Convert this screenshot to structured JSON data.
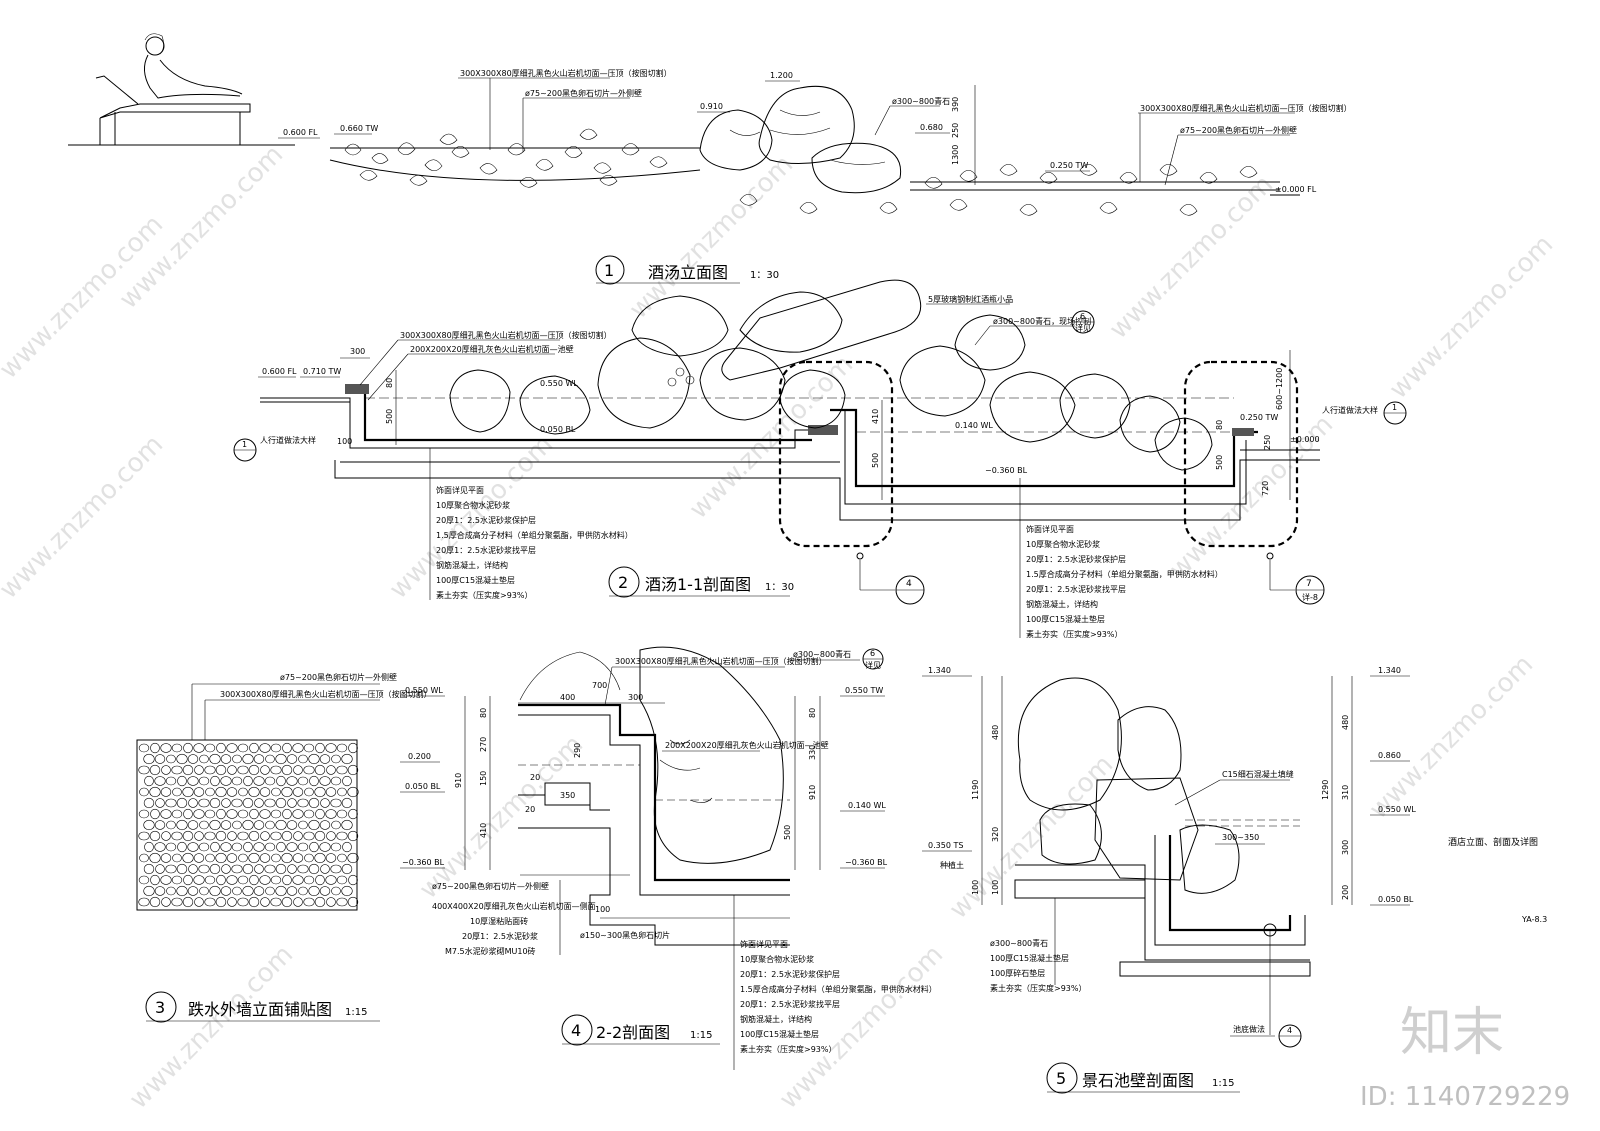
{
  "sheet": {
    "title": "酒店立面、剖面及详图",
    "code": "YA-8.3",
    "watermark_site": "www.znzmo.com",
    "watermark_brand": "知末",
    "id_text": "ID: 1140729229"
  },
  "views": [
    {
      "num": "1",
      "title": "酒汤立面图",
      "scale": "1：30"
    },
    {
      "num": "2",
      "title": "酒汤1-1剖面图",
      "scale": "1：30"
    },
    {
      "num": "3",
      "title": "跌水外墙立面铺贴图",
      "scale": "1:15"
    },
    {
      "num": "4",
      "title": "2-2剖面图",
      "scale": "1:15"
    },
    {
      "num": "5",
      "title": "景石池壁剖面图",
      "scale": "1:15"
    }
  ],
  "elevation": {
    "levels": [
      "0.600 FL",
      "0.660 TW",
      "0.910",
      "1.200",
      "0.680",
      "0.250 TW",
      "±0.000 FL"
    ],
    "notes": [
      "300X300X80厚细孔黑色火山岩机切面—压顶（按图切割）",
      "ø75~200黑色卵石切片—外侧壁",
      "ø300~800青石",
      "300X300X80厚细孔黑色火山岩机切面—压顶（按图切割）",
      "ø75~200黑色卵石切片—外侧壁"
    ],
    "dims": [
      "390",
      "250",
      "1300"
    ]
  },
  "section11": {
    "levels": [
      "0.600 FL",
      "0.710 TW",
      "0.550 WL",
      "0.050 BL",
      "0.140 WL",
      "−0.360 BL",
      "0.250 TW",
      "±0.000"
    ],
    "dims": [
      "300",
      "80",
      "500",
      "100",
      "410",
      "500",
      "80",
      "250",
      "600~1200",
      "720",
      "500"
    ],
    "notes": [
      "300X300X80厚细孔黑色火山岩机切面—压顶（按图切割）",
      "200X200X20厚细孔灰色火山岩机切面—池壁",
      "5厚玻璃钢制红酒瓶小品",
      "ø300~800青石，现场控制",
      "人行道做法大样"
    ],
    "tags": [
      "详见",
      "详见",
      "详-8"
    ],
    "callouts": [
      "1",
      "6",
      "4",
      "7"
    ],
    "layers_left": [
      "饰面详见平面",
      "10厚聚合物水泥砂浆",
      "20厚1：2.5水泥砂浆保护层",
      "1.5厚合成高分子材料（单组分聚氨酯，甲供防水材料）",
      "20厚1：2.5水泥砂浆找平层",
      "钢筋混凝土，详结构",
      "100厚C15混凝土垫层",
      "素土夯实（压实度>93%）"
    ],
    "layers_right": [
      "饰面详见平面",
      "10厚聚合物水泥砂浆",
      "20厚1：2.5水泥砂浆保护层",
      "1.5厚合成高分子材料（单组分聚氨酯，甲供防水材料）",
      "20厚1：2.5水泥砂浆找平层",
      "钢筋混凝土，详结构",
      "100厚C15混凝土垫层",
      "素土夯实（压实度>93%）"
    ]
  },
  "detail3": {
    "notes": [
      "ø75~200黑色卵石切片—外侧壁",
      "300X300X80厚细孔黑色火山岩机切面—压顶（按图切割）"
    ]
  },
  "detail4": {
    "levels": [
      "0.550 WL",
      "0.200",
      "0.050 BL",
      "−0.360 BL",
      "0.550 TW",
      "0.140 WL",
      "−0.360 BL"
    ],
    "dims": [
      "400",
      "700",
      "300",
      "80",
      "270",
      "150",
      "410",
      "910",
      "290",
      "20",
      "20",
      "350",
      "80",
      "330",
      "910",
      "500",
      "100"
    ],
    "notes": [
      "300X300X80厚细孔黑色火山岩机切面—压顶（按图切割）",
      "ø300~800青石",
      "200X200X20厚细孔灰色火山岩机切面—池壁",
      "ø75~200黑色卵石切片—外侧壁",
      "400X400X20厚细孔灰色火山岩机切面—侧面",
      "10厚湿粘贴面砖",
      "20厚1：2.5水泥砂浆",
      "M7.5水泥砂浆砌MU10砖",
      "ø150~300黑色卵石切片"
    ],
    "layers": [
      "饰面详见平面",
      "10厚聚合物水泥砂浆",
      "20厚1：2.5水泥砂浆保护层",
      "1.5厚合成高分子材料（单组分聚氨酯，甲供防水材料）",
      "20厚1：2.5水泥砂浆找平层",
      "钢筋混凝土，详结构",
      "100厚C15混凝土垫层",
      "素土夯实（压实度>93%）"
    ],
    "tag": "详见"
  },
  "detail5": {
    "levels": [
      "1.340",
      "0.350 TS",
      "1.340",
      "0.860",
      "0.550 WL",
      "0.050 BL"
    ],
    "dims": [
      "480",
      "1190",
      "320",
      "100",
      "100",
      "480",
      "310",
      "1290",
      "300",
      "200"
    ],
    "notes": [
      "C15细石混凝土填缝",
      "300~350",
      "种植土",
      "ø300~800青石",
      "100厚C15混凝土垫层",
      "100厚碎石垫层",
      "素土夯实（压实度>93%）",
      "池底做法"
    ],
    "callout": "4"
  }
}
